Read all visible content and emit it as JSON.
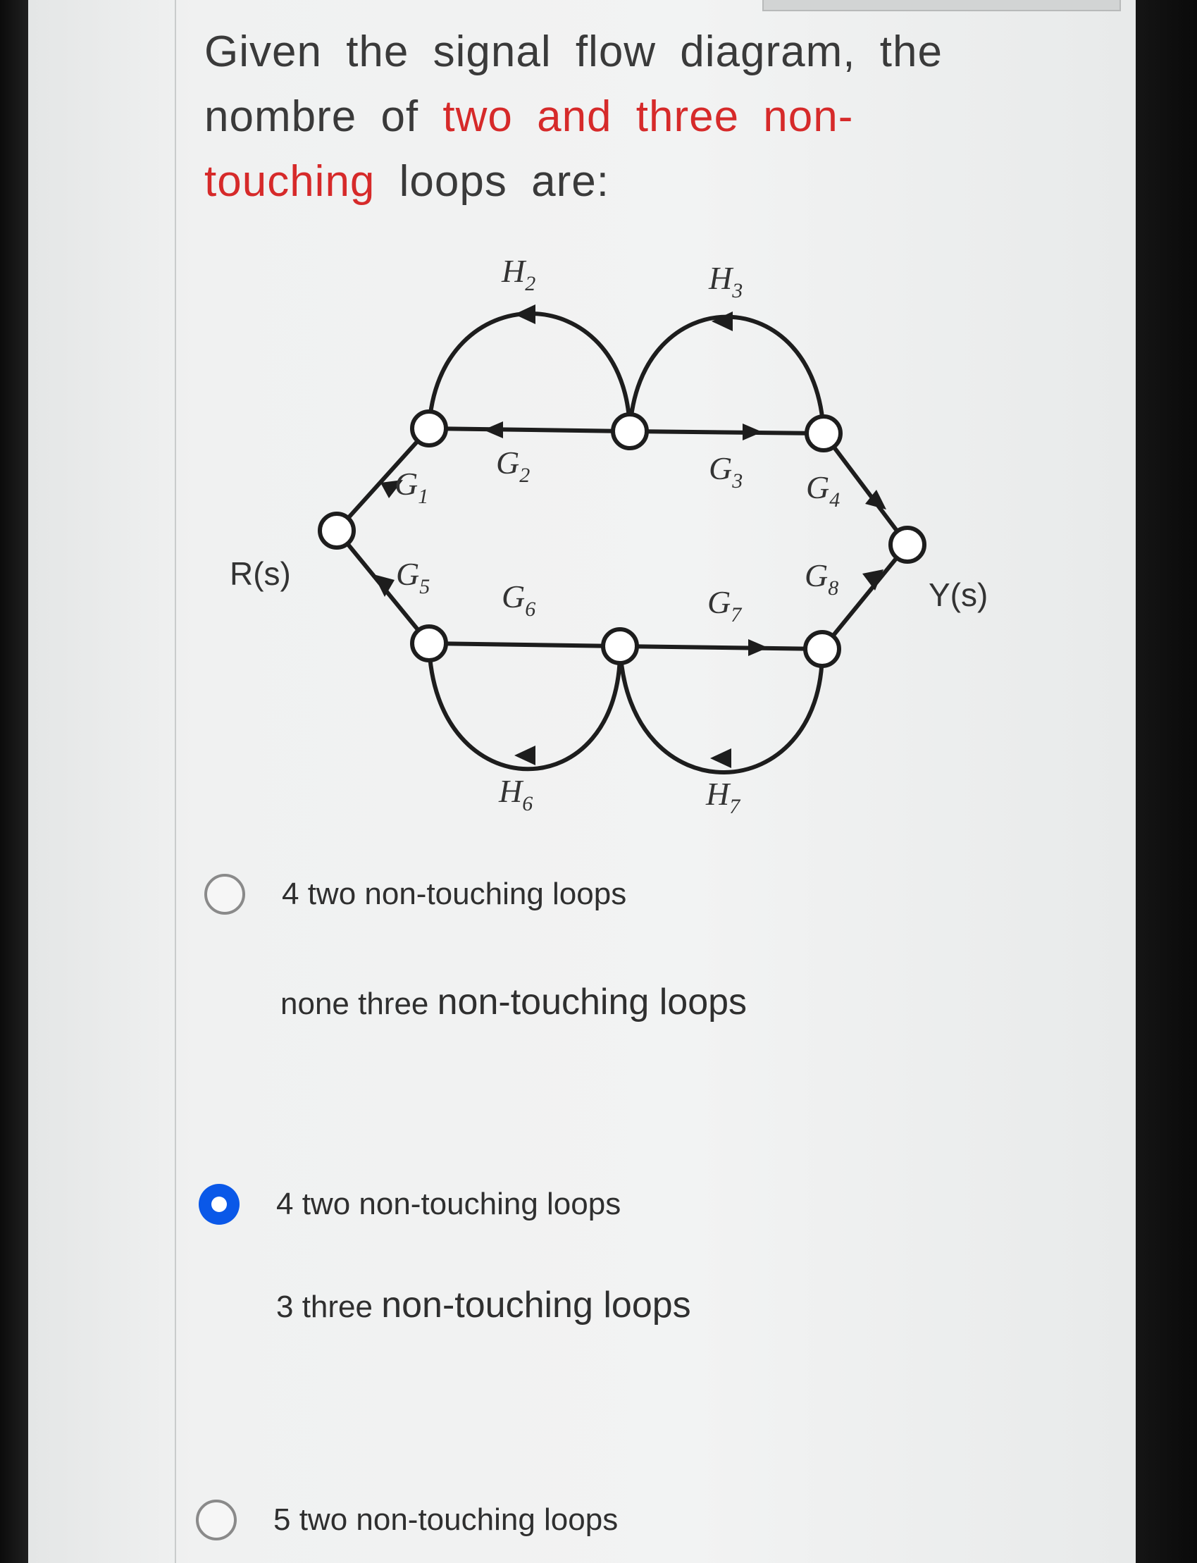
{
  "question": {
    "text_before": "Given the signal flow diagram, the nombre of ",
    "highlight": "two and three non-touching",
    "text_after": " loops are:"
  },
  "diagram": {
    "input_label": "R(s)",
    "output_label": "Y(s)",
    "forward_gains": {
      "g1": {
        "sym": "G",
        "sub": "1"
      },
      "g2": {
        "sym": "G",
        "sub": "2"
      },
      "g3": {
        "sym": "G",
        "sub": "3"
      },
      "g4": {
        "sym": "G",
        "sub": "4"
      },
      "g5": {
        "sym": "G",
        "sub": "5"
      },
      "g6": {
        "sym": "G",
        "sub": "6"
      },
      "g7": {
        "sym": "G",
        "sub": "7"
      },
      "g8": {
        "sym": "G",
        "sub": "8"
      }
    },
    "feedback_gains": {
      "h2": {
        "sym": "H",
        "sub": "2"
      },
      "h3": {
        "sym": "H",
        "sub": "3"
      },
      "h6": {
        "sym": "H",
        "sub": "6"
      },
      "h7": {
        "sym": "H",
        "sub": "7"
      }
    }
  },
  "options": [
    {
      "line1_a": "4 two non-touching loops",
      "line2_a": "none three ",
      "line2_b": "non-touching loops",
      "selected": false
    },
    {
      "line1_a": "4 two non-touching loops",
      "line2_a": "3 three ",
      "line2_b": "non-touching loops",
      "selected": true
    },
    {
      "line1_a": "5 two non-touching loops",
      "selected": false
    }
  ],
  "colors": {
    "highlight": "#d62a2a",
    "radio_selected": "#0a58e8"
  }
}
